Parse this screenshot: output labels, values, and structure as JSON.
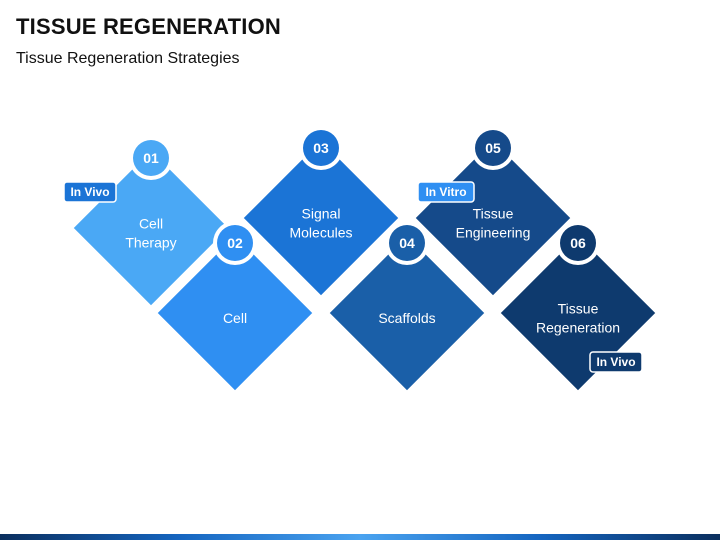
{
  "header": {
    "title": "TISSUE REGENERATION",
    "subtitle": "Tissue Regeneration Strategies"
  },
  "steps": [
    {
      "number": "01",
      "label": [
        "Cell",
        "Therapy"
      ],
      "color": "#4aa8f5"
    },
    {
      "number": "02",
      "label": [
        "Cell"
      ],
      "color": "#2f8ff2"
    },
    {
      "number": "03",
      "label": [
        "Signal",
        "Molecules"
      ],
      "color": "#1b74d6"
    },
    {
      "number": "04",
      "label": [
        "Scaffolds"
      ],
      "color": "#1a5fa8"
    },
    {
      "number": "05",
      "label": [
        "Tissue",
        "Engineering"
      ],
      "color": "#154a8a"
    },
    {
      "number": "06",
      "label": [
        "Tissue",
        "Regeneration"
      ],
      "color": "#0e3a6e"
    }
  ],
  "badges": [
    {
      "text": "In Vivo",
      "color": "#1b74d6"
    },
    {
      "text": "In Vitro",
      "color": "#2f8ff2"
    },
    {
      "text": "In Vivo",
      "color": "#0e3a6e"
    }
  ]
}
